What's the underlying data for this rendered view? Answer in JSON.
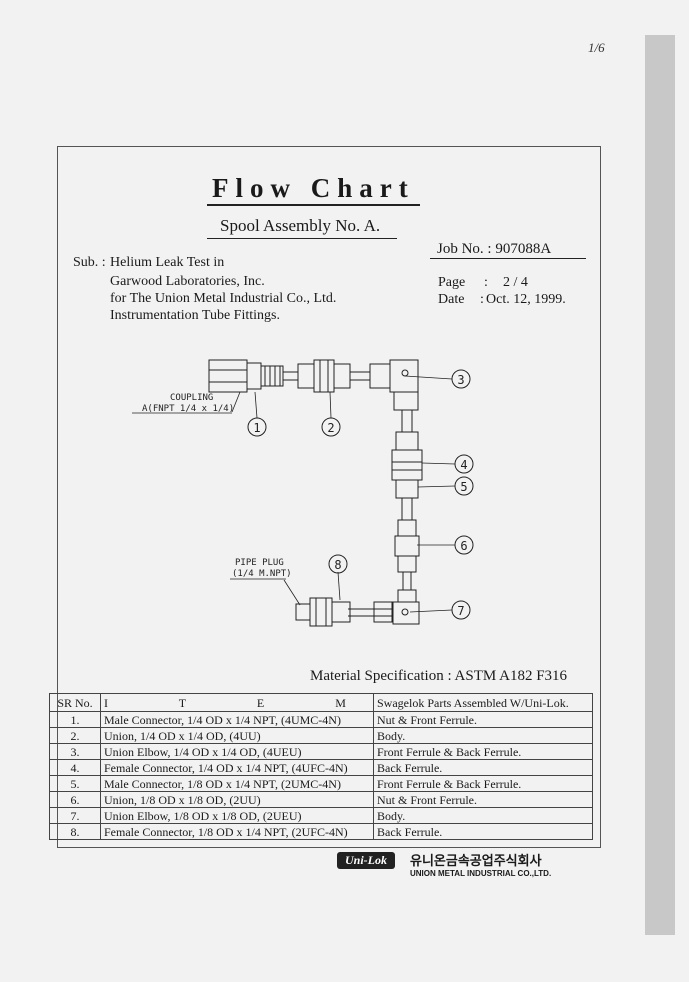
{
  "page_mark": "1/6",
  "header": {
    "title": "Flow Chart",
    "subtitle": "Spool Assembly No. A.",
    "job_no": "Job No. : 907088A"
  },
  "subject": {
    "label": "Sub. :",
    "lines": [
      "Helium Leak Test in",
      "Garwood Laboratories, Inc.",
      "for The Union Metal Industrial Co., Ltd.",
      "Instrumentation Tube Fittings."
    ]
  },
  "page_info": {
    "page_label": "Page",
    "page_value": "2 / 4",
    "date_label": "Date",
    "date_value": "Oct. 12, 1999."
  },
  "drawing": {
    "coupling_label_1": "COUPLING",
    "coupling_label_2": "A(FNPT 1/4 x 1/4)",
    "pipe_plug_label_1": "PIPE PLUG",
    "pipe_plug_label_2": "(1/4 M.NPT)",
    "callouts": [
      "1",
      "2",
      "3",
      "4",
      "5",
      "6",
      "7",
      "8"
    ]
  },
  "material_spec": "Material Specification : ASTM A182 F316",
  "table": {
    "headers": [
      "SR No.",
      "I T E M",
      "Swagelok Parts Assembled W/Uni-Lok."
    ],
    "rows": [
      {
        "sr": "1.",
        "item": "Male Connector, 1/4 OD x 1/4 NPT, (4UMC-4N)",
        "parts": "Nut & Front Ferrule."
      },
      {
        "sr": "2.",
        "item": "Union, 1/4 OD x 1/4 OD, (4UU)",
        "parts": "Body."
      },
      {
        "sr": "3.",
        "item": "Union Elbow, 1/4 OD x 1/4 OD, (4UEU)",
        "parts": "Front Ferrule & Back Ferrule."
      },
      {
        "sr": "4.",
        "item": "Female Connector, 1/4 OD x 1/4 NPT, (4UFC-4N)",
        "parts": "Back Ferrule."
      },
      {
        "sr": "5.",
        "item": "Male Connector, 1/8 OD x 1/4 NPT, (2UMC-4N)",
        "parts": "Front Ferrule & Back Ferrule."
      },
      {
        "sr": "6.",
        "item": "Union, 1/8 OD x 1/8 OD, (2UU)",
        "parts": "Nut & Front Ferrule."
      },
      {
        "sr": "7.",
        "item": "Union Elbow, 1/8 OD x 1/8 OD, (2UEU)",
        "parts": "Body."
      },
      {
        "sr": "8.",
        "item": "Female Connector, 1/8 OD x 1/4 NPT, (2UFC-4N)",
        "parts": "Back Ferrule."
      }
    ]
  },
  "logo": {
    "brand": "Uni-Lok",
    "korean": "유니온금속공업주식회사",
    "english": "UNION METAL INDUSTRIAL CO.,LTD."
  }
}
